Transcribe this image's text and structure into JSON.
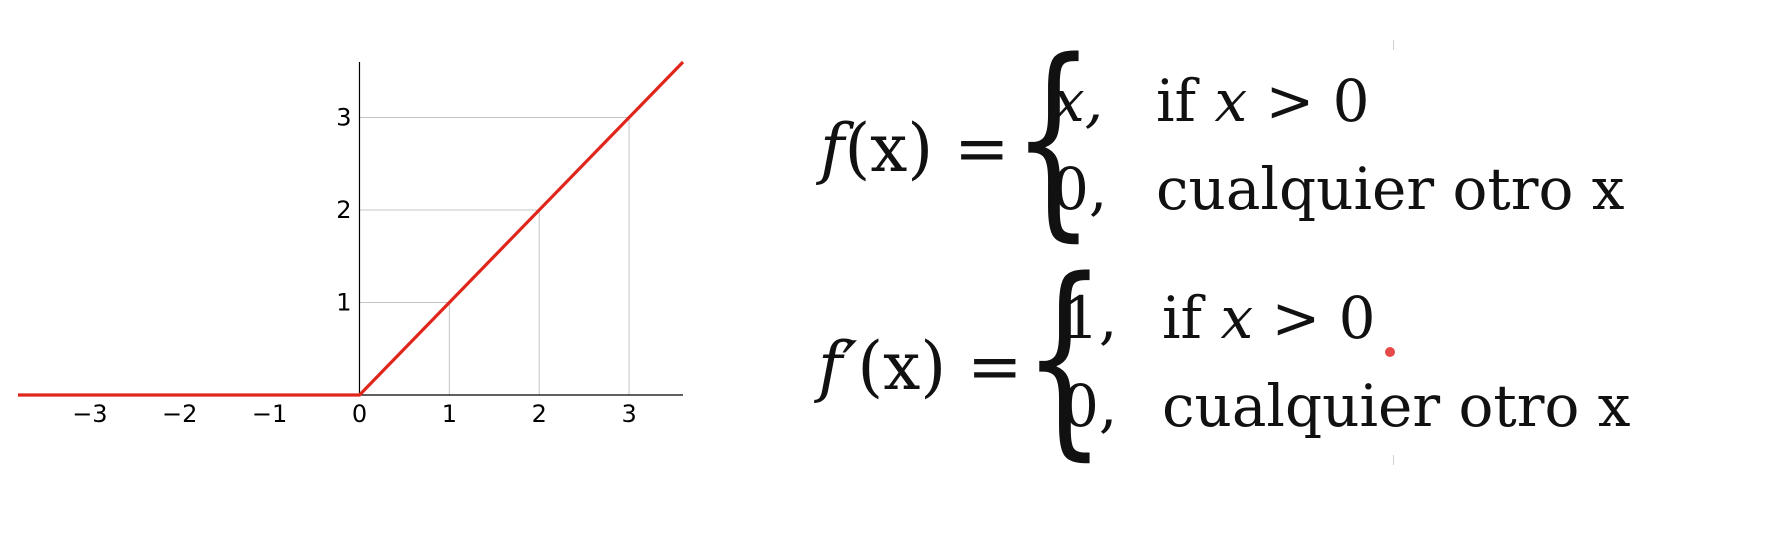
{
  "chart_data": {
    "type": "line",
    "title": "",
    "xlabel": "",
    "ylabel": "",
    "xlim": [
      -3.8,
      3.6
    ],
    "ylim": [
      0,
      3.6
    ],
    "x_ticks": [
      "−3",
      "−2",
      "−1",
      "0",
      "1",
      "2",
      "3"
    ],
    "x_tick_values": [
      -3,
      -2,
      -1,
      0,
      1,
      2,
      3
    ],
    "y_ticks": [
      "1",
      "2",
      "3"
    ],
    "y_tick_values": [
      1,
      2,
      3
    ],
    "grid": "dropdown lines at x = 1, 2, 3 and y = 1, 2, 3",
    "series": [
      {
        "color": "#e0261b",
        "x": [
          -3.8,
          0,
          3.6
        ],
        "y": [
          0,
          0,
          3.6
        ]
      }
    ]
  },
  "equations": {
    "f": {
      "lhs_func": "f",
      "lhs_rest": "(x) =",
      "case1_val": "x,",
      "case1_if": "if",
      "case1_var": "x",
      "case1_rest": "> 0",
      "case2_val": "0,",
      "case2_text": "cualquier otro x"
    },
    "fprime": {
      "lhs_func": "f′",
      "lhs_rest": "(x) =",
      "case1_val": "1,",
      "case1_if": "if",
      "case1_var": "x",
      "case1_rest": "> 0",
      "case2_val": "0,",
      "case2_text": "cualquier otro x"
    }
  },
  "colors": {
    "accent_dot": "#e84a4a"
  }
}
